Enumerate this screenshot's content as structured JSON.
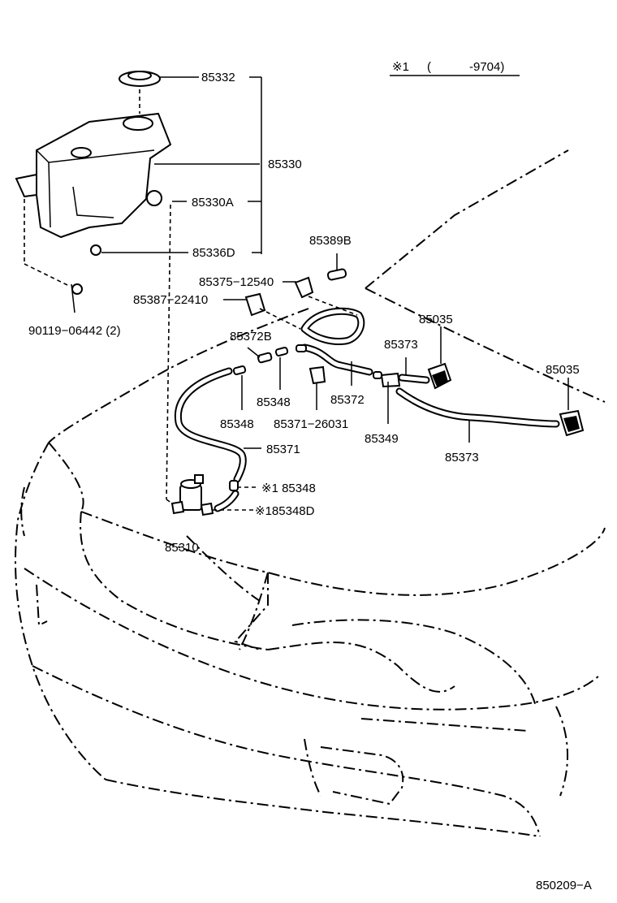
{
  "note": {
    "marker": "※1",
    "paren": "(",
    "range": "-9704)"
  },
  "labels": {
    "p85332": "85332",
    "p85330": "85330",
    "p85330A": "85330A",
    "p85336D": "85336D",
    "p90119": "90119−06442 (2)",
    "p85389B": "85389B",
    "p85375": "85375−12540",
    "p85387": "85387−22410",
    "p85372B": "85372B",
    "p85035a": "85035",
    "p85035b": "85035",
    "p85373a": "85373",
    "p85373b": "85373",
    "p85348a": "85348",
    "p85348b": "85348",
    "p85372": "85372",
    "p85371_26031": "85371−26031",
    "p85349": "85349",
    "p85371": "85371",
    "p85348c": "※1 85348",
    "p85348D": "※185348D",
    "p85310": "85310"
  },
  "diagram_code": "850209−A"
}
